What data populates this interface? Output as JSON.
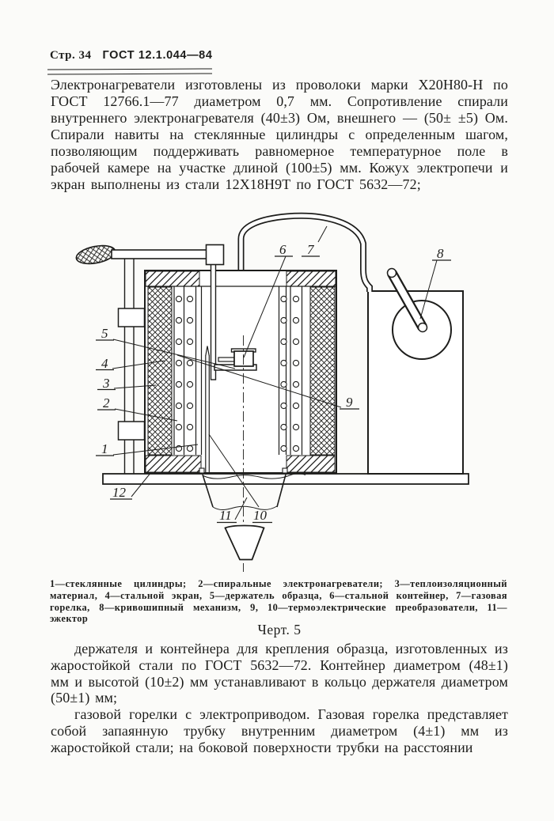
{
  "header": {
    "page_label": "Стр. 34",
    "standard": "ГОСТ 12.1.044—84"
  },
  "intro_paragraph": "Электронагреватели изготовлены из проволоки марки Х20Н80-Н по ГОСТ 12766.1—77 диаметром 0,7 мм. Сопротивление спирали внутреннего электронагревателя (40±3) Ом, внешнего — (50± ±5) Ом. Спирали навиты на стеклянные цилиндры с определенным шагом, позволяющим поддерживать равномерное температурное поле в рабочей камере на участке длиной (100±5) мм. Кожух электропечи и экран выполнены из стали 12Х18Н9Т по ГОСТ 5632—72;",
  "figure": {
    "callouts": {
      "c1": "1",
      "c2": "2",
      "c3": "3",
      "c4": "4",
      "c5": "5",
      "c6": "6",
      "c7": "7",
      "c8": "8",
      "c9": "9",
      "c10": "10",
      "c11": "11",
      "c12": "12"
    },
    "caption": "1—стеклянные цилиндры; 2—спиральные электронагреватели; 3—теплоизоляционный материал, 4—стальной экран, 5—держатель образца, 6—стальной контейнер, 7—газовая горелка, 8—кривошипный механизм, 9, 10—термоэлектрические преобразователи, 11—эжектор",
    "figure_label": "Черт. 5"
  },
  "paragraph2": "держателя и контейнера для крепления образца, изготовленных из жаростойкой стали по ГОСТ 5632—72. Контейнер диаметром (48±1) мм и высотой (10±2) мм устанавливают в кольцо держателя диаметром (50±1) мм;",
  "paragraph3": "газовой горелки с электроприводом. Газовая горелка представляет собой запаянную трубку внутренним диаметром (4±1) мм из жаростойкой стали; на боковой поверхности трубки на расстоянии",
  "colors": {
    "paper": "#fbfbf9",
    "ink": "#1d1d1b"
  }
}
